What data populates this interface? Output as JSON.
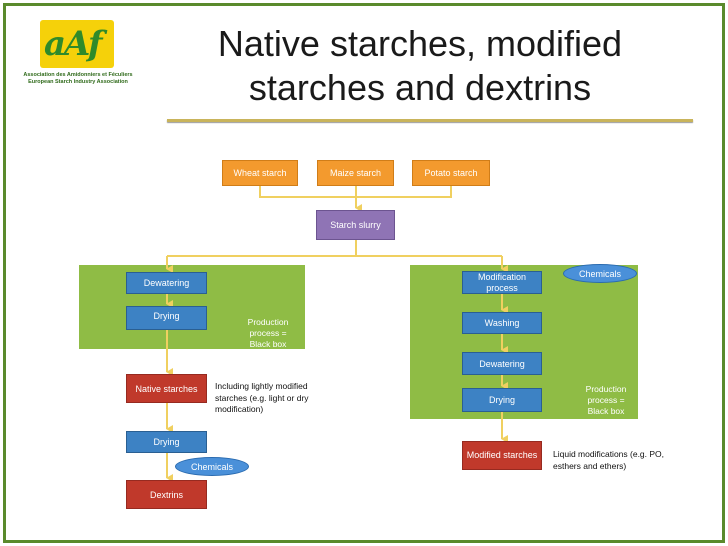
{
  "logo": {
    "mark": "aAf",
    "subtitle": "Association des Amidonniers et Féculiers European Starch Industry Association"
  },
  "title": "Native starches, modified starches and dextrins",
  "nodes": {
    "wheat": "Wheat starch",
    "maize": "Maize starch",
    "potato": "Potato starch",
    "slurry": "Starch slurry",
    "dewatering_left": "Dewatering",
    "drying_left": "Drying",
    "native": "Native starches",
    "drying_bottom": "Drying",
    "chemicals_left": "Chemicals",
    "dextrins": "Dextrins",
    "modification": "Modification process",
    "chemicals_right": "Chemicals",
    "washing": "Washing",
    "dewatering_right": "Dewatering",
    "drying_right": "Drying",
    "modified": "Modified starches"
  },
  "notes": {
    "production_left": "Production process = Black box",
    "native_note": "Including lightly modified starches (e.g. light or dry modification)",
    "production_right": "Production process = Black box",
    "liquid_note": "Liquid modifications (e.g. PO, esthers and ethers)"
  },
  "colors": {
    "panel": "#8fbc45",
    "connector": "#f0d060",
    "blue": "#3d82c4",
    "orange": "#f39a2e",
    "purple": "#8f74b5",
    "red": "#c0392b"
  }
}
